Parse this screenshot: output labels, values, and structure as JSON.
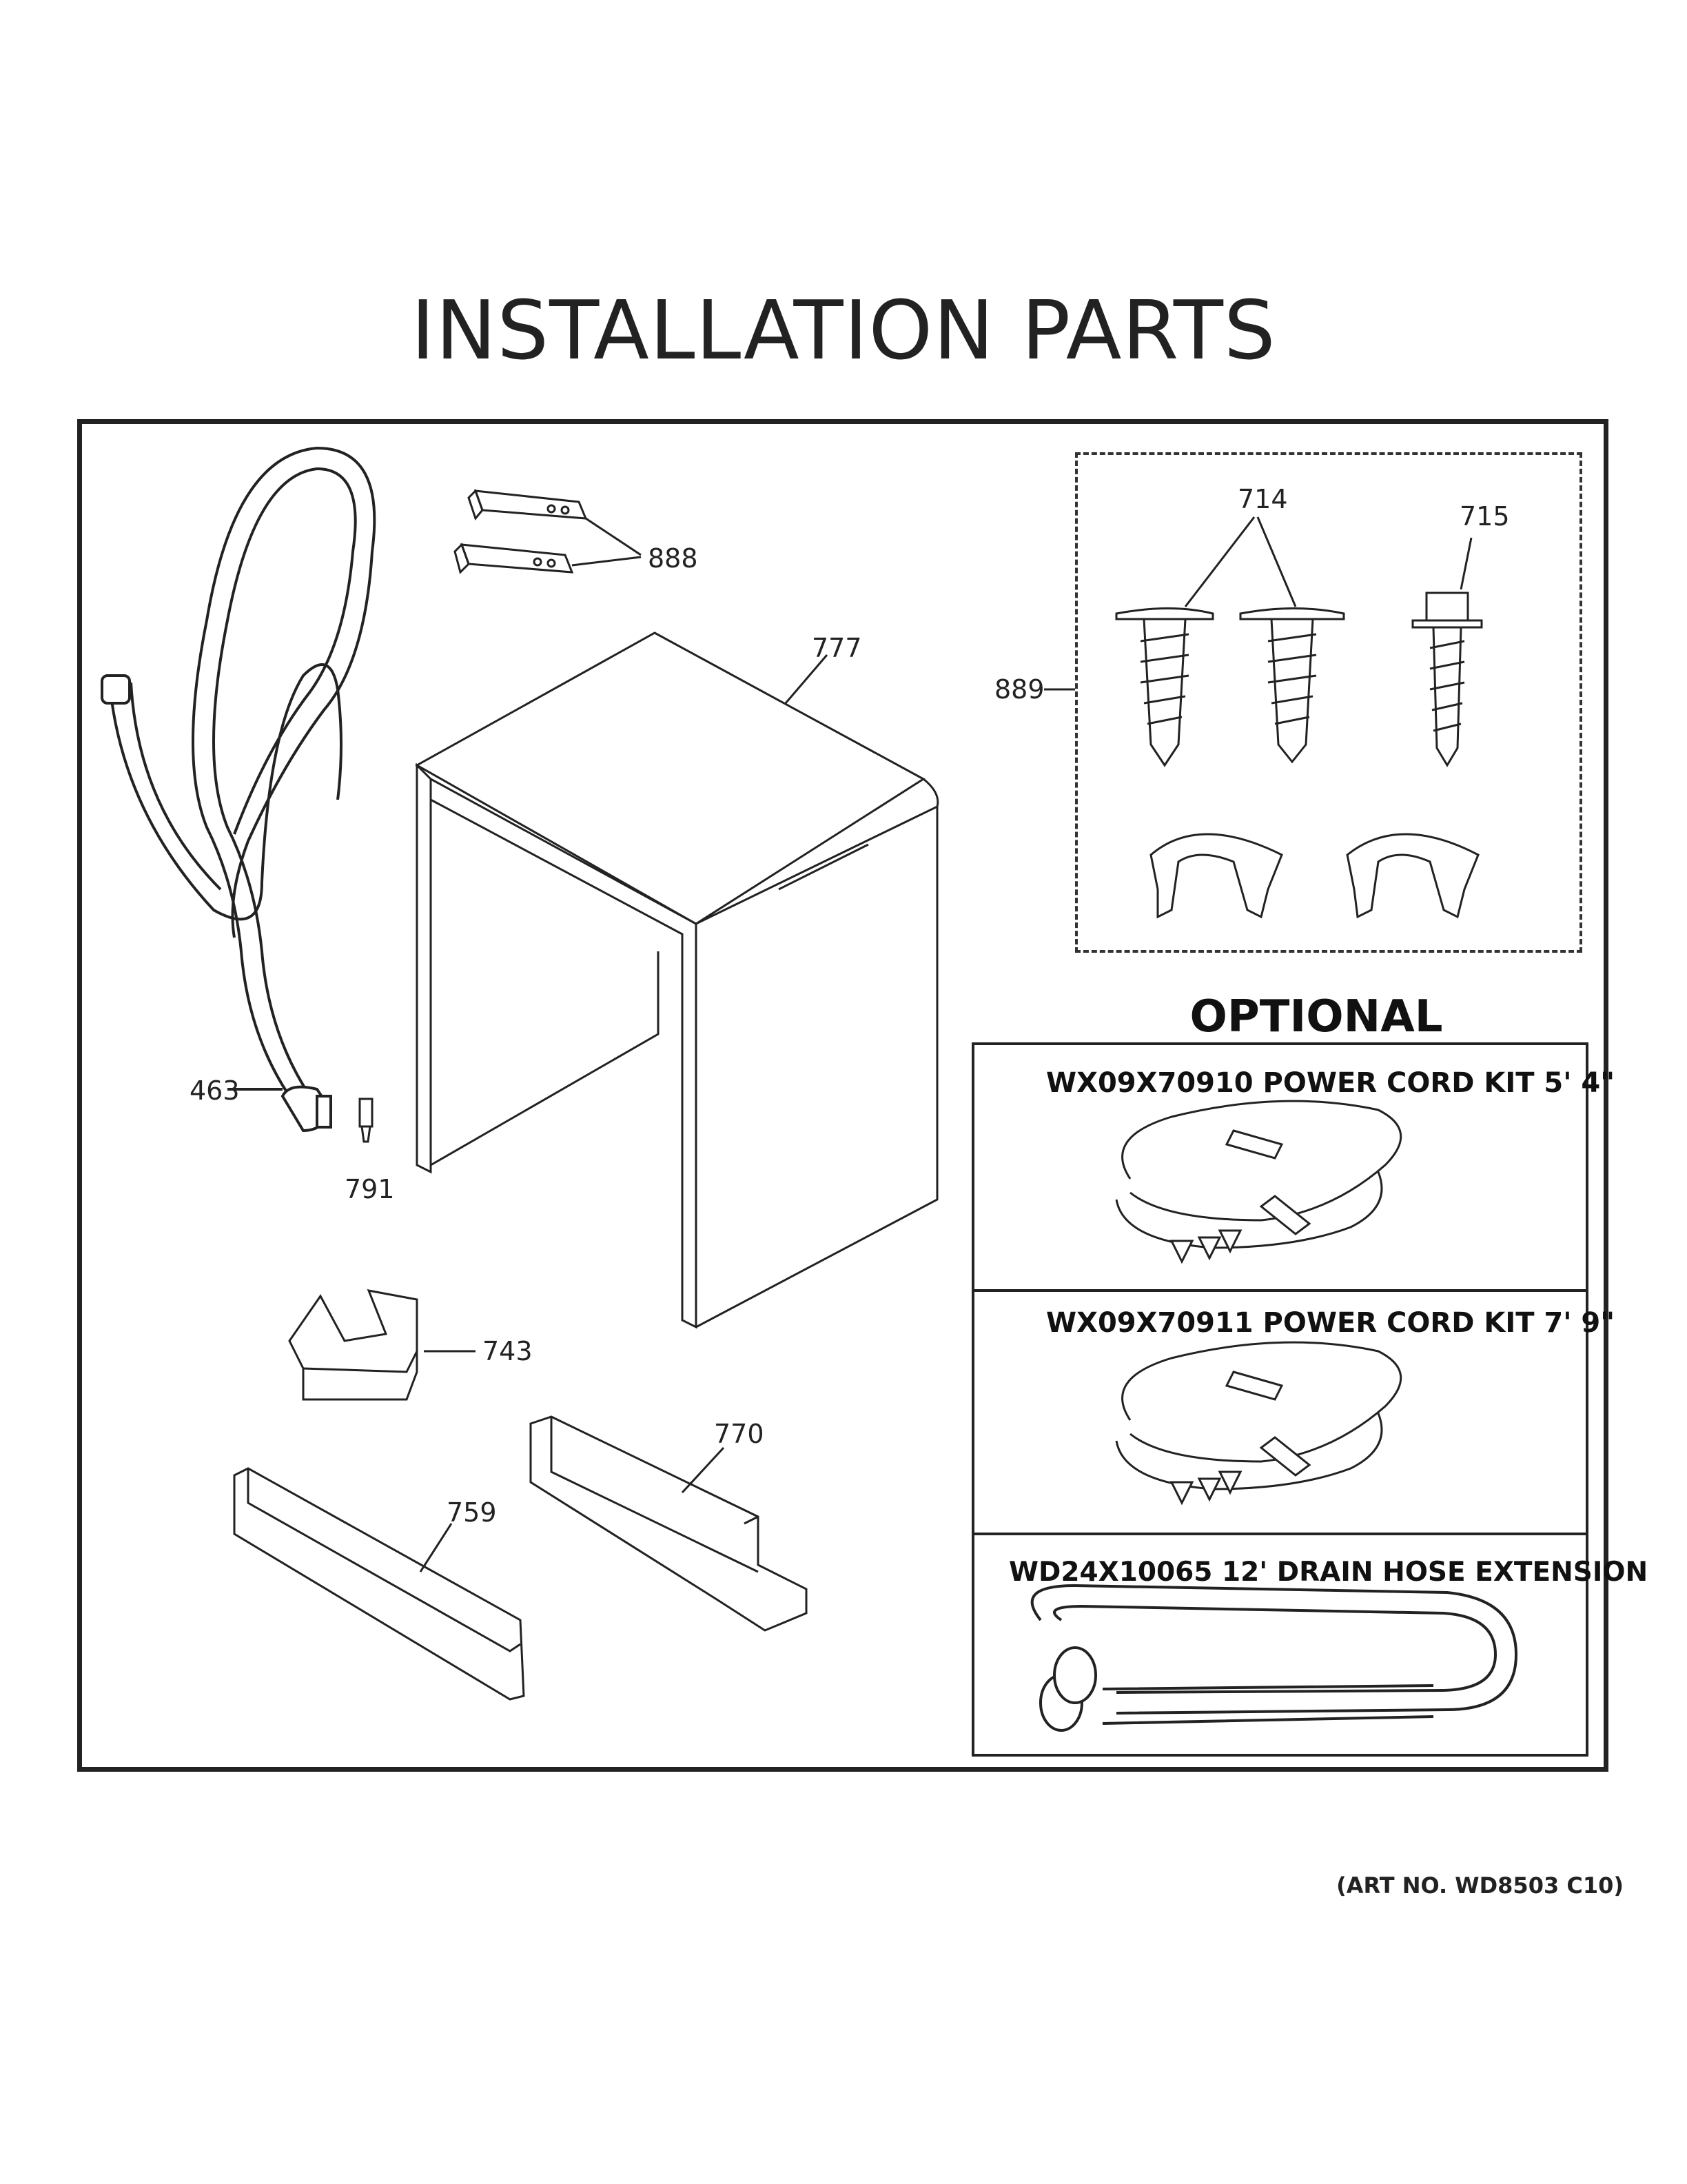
{
  "title": "INSTALLATION PARTS",
  "callouts": {
    "p888": "888",
    "p777": "777",
    "p889": "889",
    "p714": "714",
    "p715": "715",
    "p463": "463",
    "p791": "791",
    "p743": "743",
    "p770": "770",
    "p759": "759"
  },
  "optional": {
    "heading": "OPTIONAL",
    "kits": [
      {
        "label": "WX09X70910 POWER CORD KIT 5' 4\""
      },
      {
        "label": "WX09X70911 POWER CORD KIT 7' 9\""
      },
      {
        "label": "WD24X10065 12' DRAIN HOSE EXTENSION"
      }
    ]
  },
  "art_number": "(ART NO. WD8503 C10)"
}
